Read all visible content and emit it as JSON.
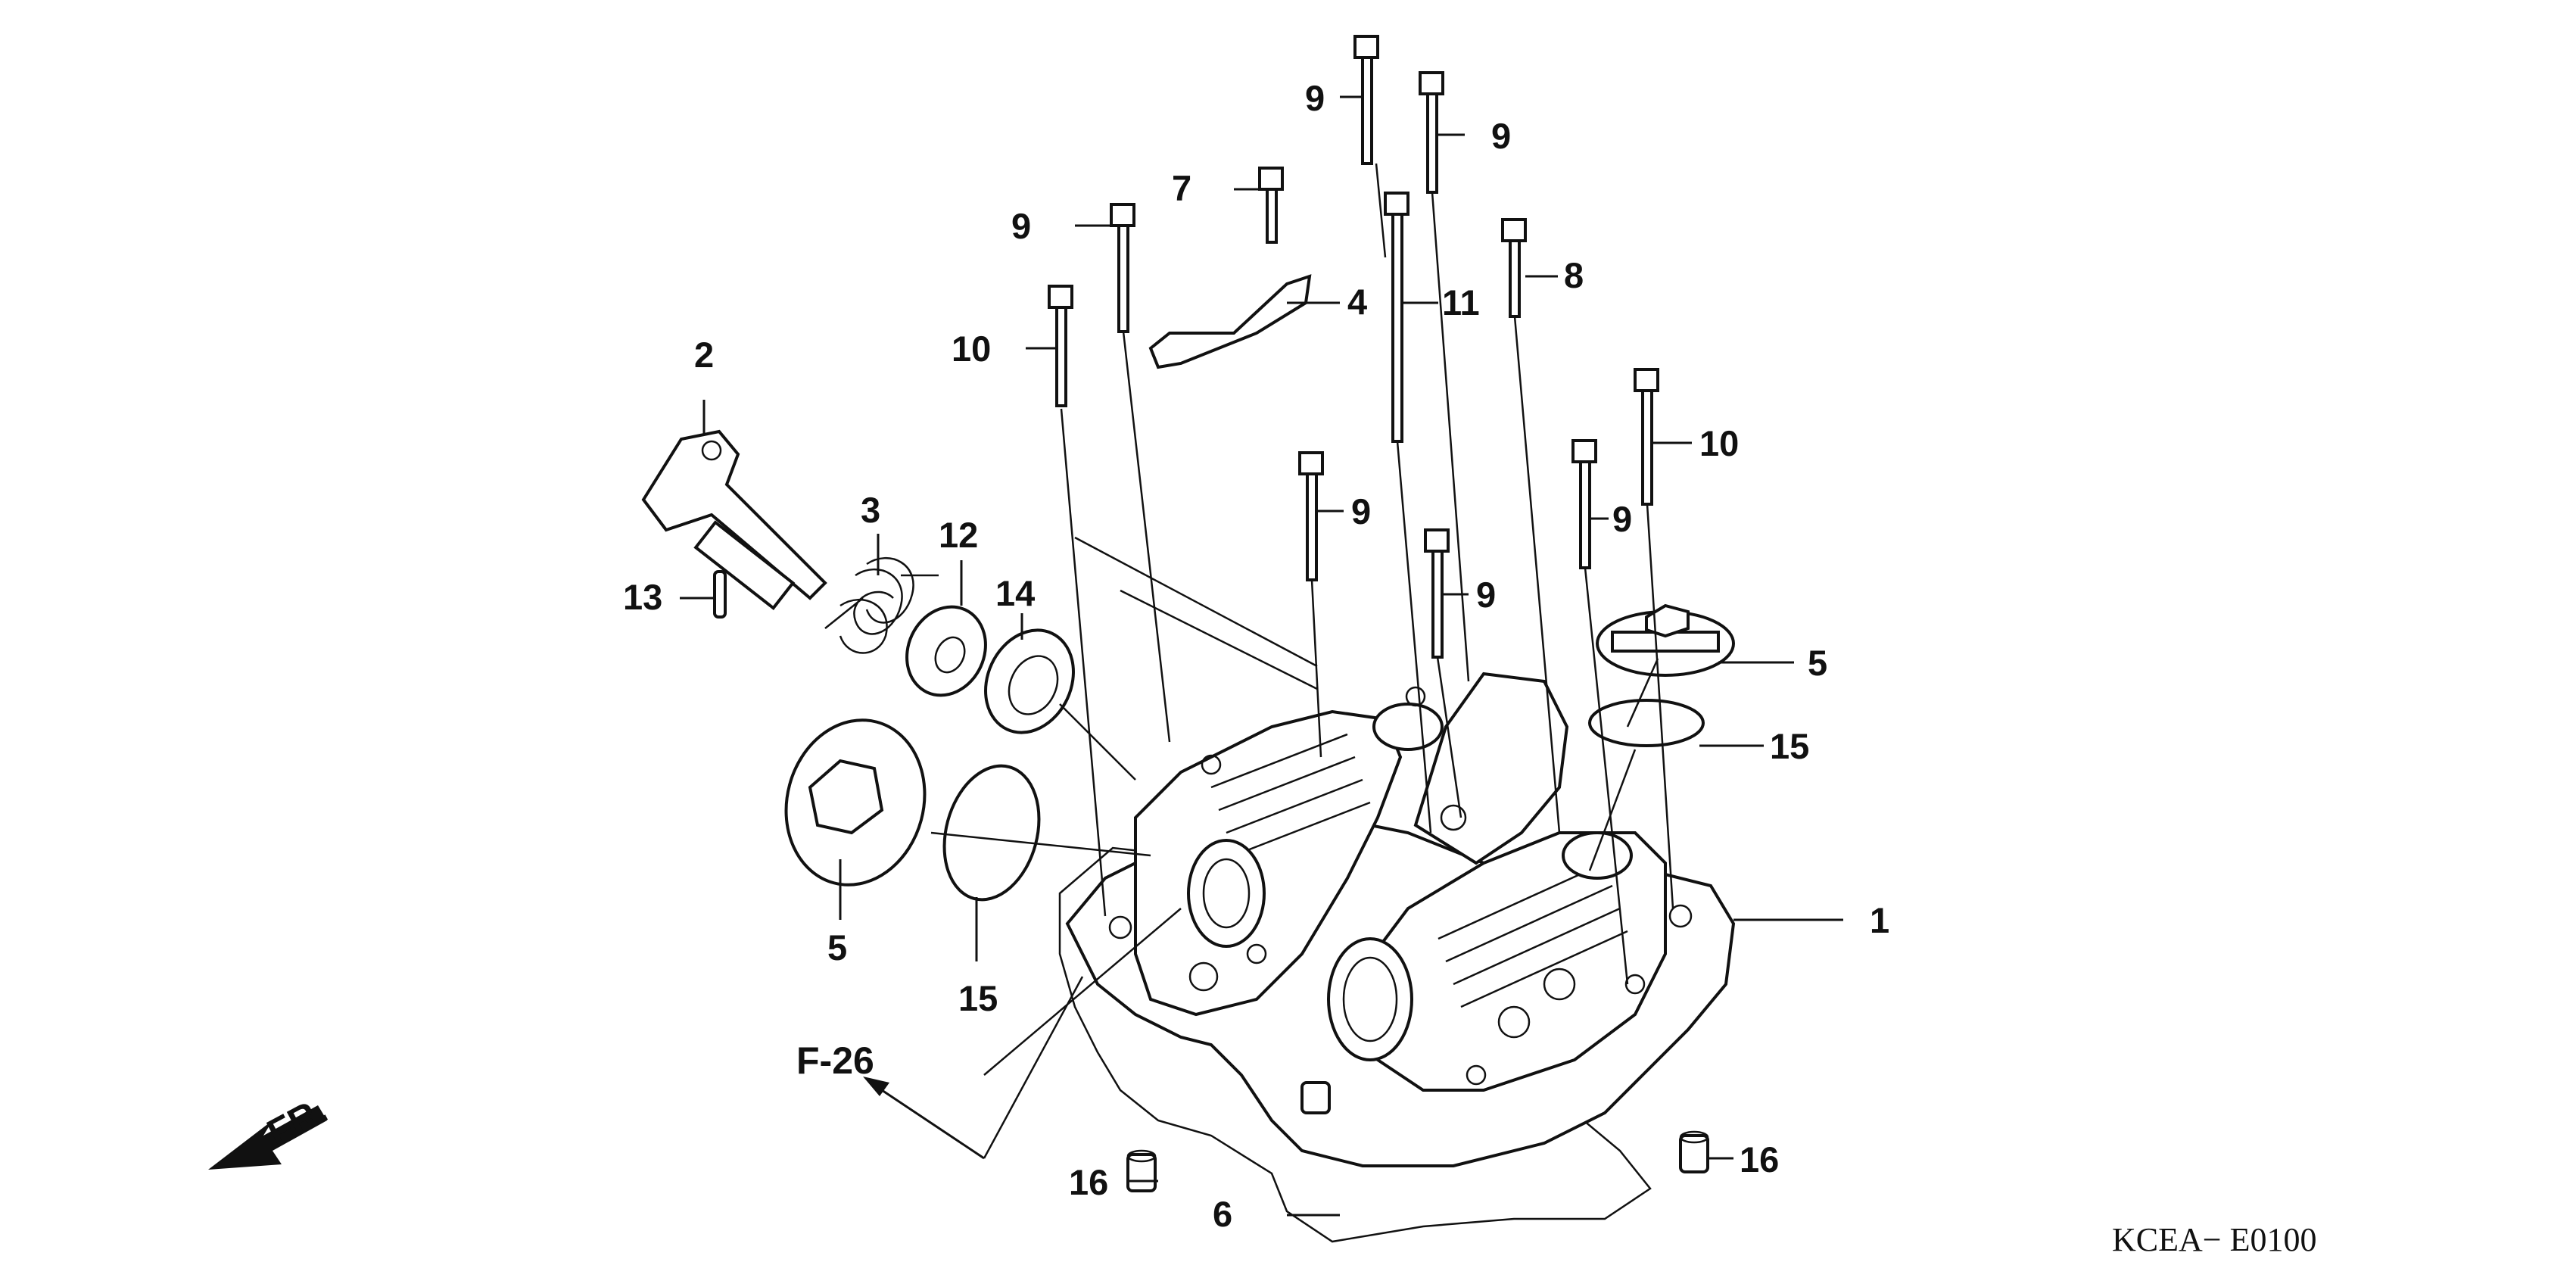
{
  "diagram": {
    "code": "KCEA− E0100",
    "front_mark": "FR.",
    "reference": "F-26"
  },
  "callouts": {
    "c1": "1",
    "c2": "2",
    "c3": "3",
    "c4": "4",
    "c5a": "5",
    "c5b": "5",
    "c6": "6",
    "c7": "7",
    "c8": "8",
    "c9a": "9",
    "c9b": "9",
    "c9c": "9",
    "c9d": "9",
    "c9e": "9",
    "c9f": "9",
    "c10a": "10",
    "c10b": "10",
    "c11": "11",
    "c12": "12",
    "c13": "13",
    "c14": "14",
    "c15a": "15",
    "c15b": "15",
    "c16a": "16",
    "c16b": "16"
  }
}
